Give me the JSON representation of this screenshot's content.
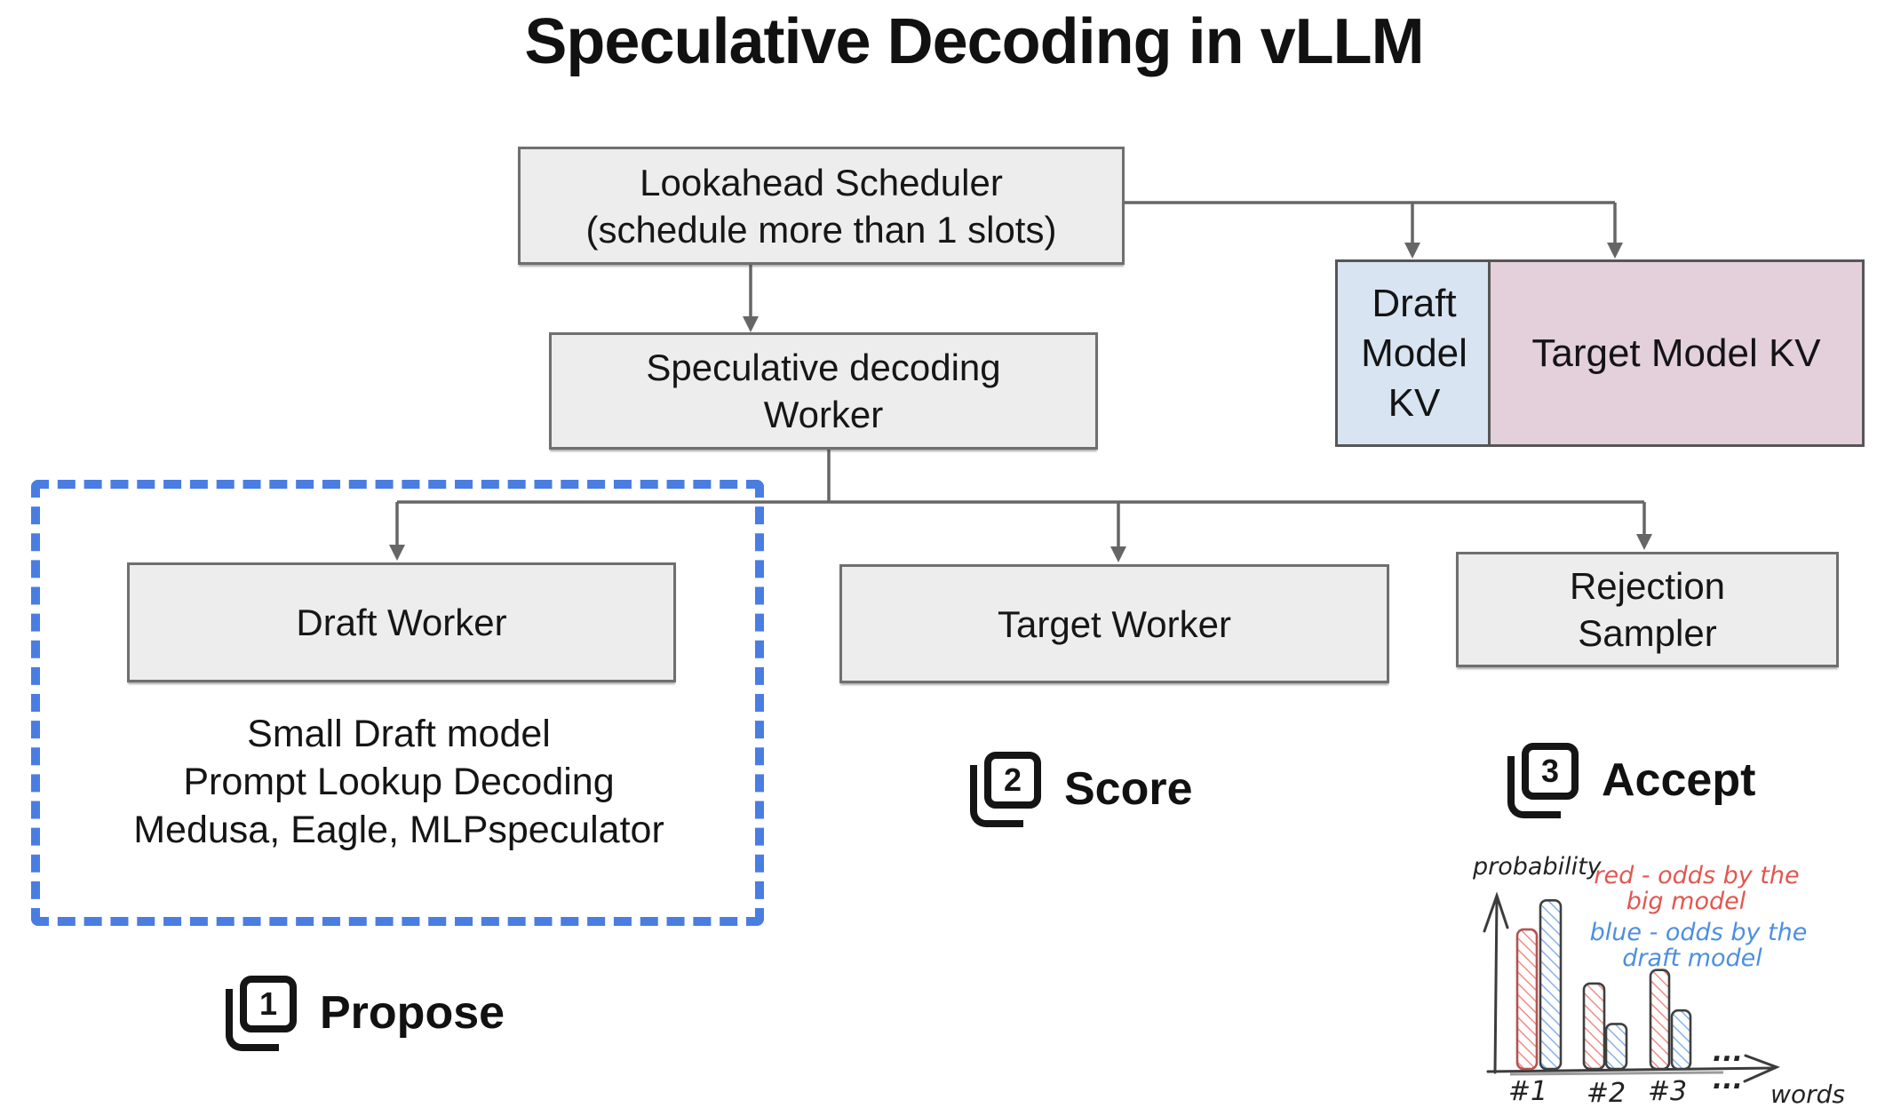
{
  "title": "Speculative Decoding in vLLM",
  "nodes": {
    "scheduler": {
      "line1": "Lookahead Scheduler",
      "line2": "(schedule more than 1 slots)"
    },
    "spec_worker": {
      "line1": "Speculative decoding",
      "line2": "Worker"
    },
    "draft_worker": {
      "label": "Draft Worker"
    },
    "target_worker": {
      "label": "Target Worker"
    },
    "rejection_sampler": {
      "line1": "Rejection",
      "line2": "Sampler"
    },
    "draft_kv": {
      "label": "Draft Model KV"
    },
    "target_kv": {
      "label": "Target Model KV"
    }
  },
  "draft_methods": [
    "Small Draft model",
    "Prompt Lookup Decoding",
    "Medusa, Eagle, MLPspeculator"
  ],
  "steps": [
    {
      "number": "1",
      "label": "Propose"
    },
    {
      "number": "2",
      "label": "Score"
    },
    {
      "number": "3",
      "label": "Accept"
    }
  ],
  "colors": {
    "box_fill": "#ededed",
    "box_border": "#6f6f6f",
    "kv_draft_fill": "#d8e4f2",
    "kv_target_fill": "#e3d0db",
    "dashed_accent": "#4a7de2",
    "connector": "#666666",
    "chart_red": "#e2574e",
    "chart_blue": "#4d8fe0"
  },
  "chart_data": {
    "type": "bar",
    "title": "",
    "xlabel": "words",
    "ylabel": "probability",
    "categories": [
      "#1",
      "#2",
      "#3"
    ],
    "ellipsis": "...",
    "series": [
      {
        "name": "red - odds by the big model",
        "color": "#e2574e",
        "values": [
          0.62,
          0.38,
          0.44
        ]
      },
      {
        "name": "blue - odds by the draft model",
        "color": "#4d8fe0",
        "values": [
          0.75,
          0.2,
          0.26
        ]
      }
    ],
    "ylim": [
      0,
      1
    ],
    "grid": false,
    "legend_position": "top-right",
    "legend_lines": {
      "red1": "red - odds by the",
      "red2": "big model",
      "blue1": "blue - odds by the",
      "blue2": "draft model"
    }
  }
}
